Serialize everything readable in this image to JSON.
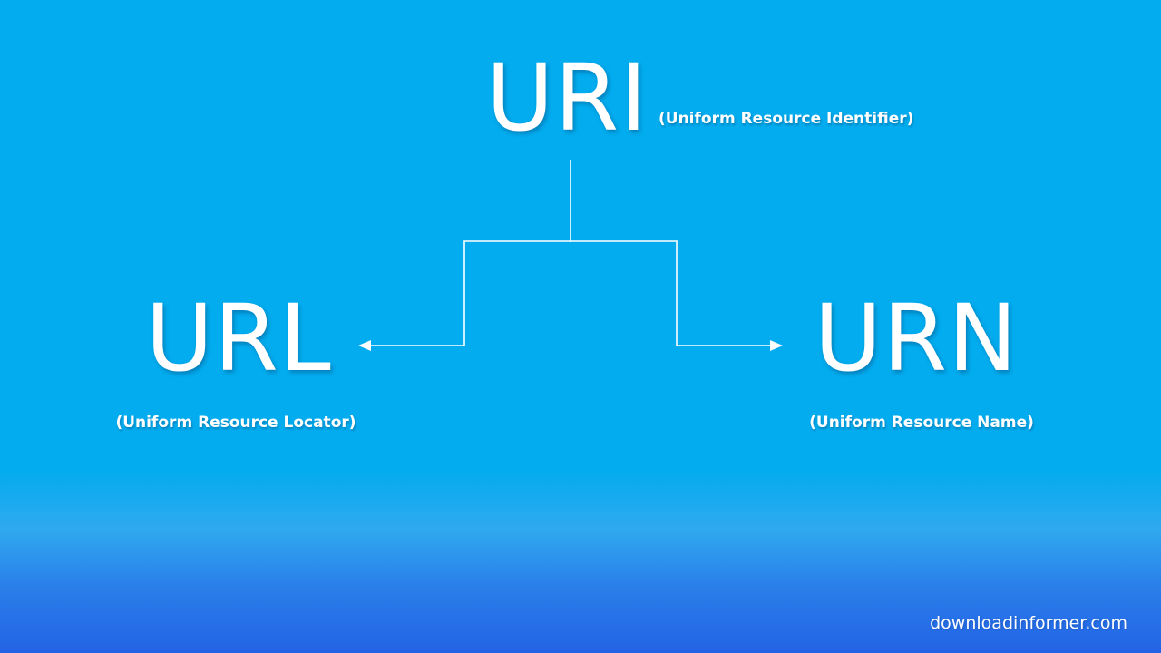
{
  "colors": {
    "background_top": "#02ACEE",
    "background_mid": "#2FA9EF",
    "background_bottom": "#2363E6",
    "text": "#FFFFFF",
    "connector": "#FFFFFF"
  },
  "diagram": {
    "root": {
      "abbr": "URI",
      "full_name": "(Uniform Resource Identifier)"
    },
    "children": [
      {
        "abbr": "URL",
        "full_name": "(Uniform Resource Locator)"
      },
      {
        "abbr": "URN",
        "full_name": "(Uniform Resource Name)"
      }
    ]
  },
  "footer": {
    "watermark": "downloadinformer.com"
  }
}
